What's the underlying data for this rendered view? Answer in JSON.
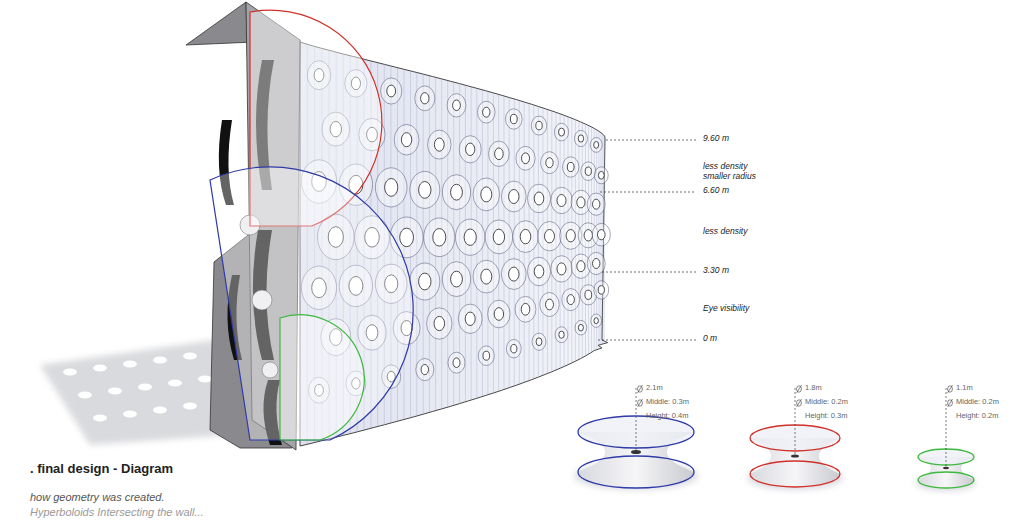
{
  "diagram": {
    "title": ". final design - Diagram",
    "caption": "how geometry was created.",
    "labels": [
      "9.60 m",
      "less density smaller radius",
      "6.60 m",
      "less density",
      "3.30 m",
      "Eye visibility",
      "0 m",
      "2.1m",
      "Middle: 0.3m",
      "Height: 0.4m",
      "1.8m",
      "Middle: 0.2m",
      "Height: 0.3m",
      "1.1m",
      "Middle: 0.2m",
      "Height: 0.2m",
      "Hyperboloids Intersecting the wall..."
    ]
  }
}
